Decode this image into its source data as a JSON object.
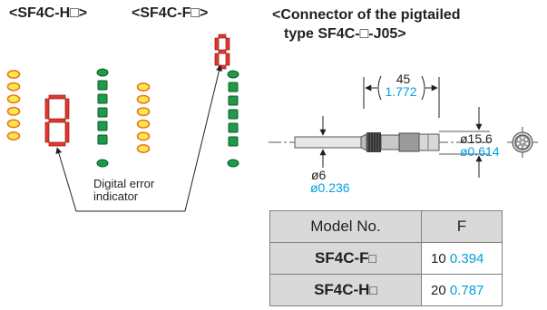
{
  "headings": {
    "left": "<SF4C-H□>",
    "mid": "<SF4C-F□>",
    "right_line1": "<Connector of the pigtailed",
    "right_line2": "type SF4C-□-J05>"
  },
  "indicator_label": {
    "line1": "Digital error",
    "line2": "indicator"
  },
  "connector_dims": {
    "length_mm": "45",
    "length_in": "1.772",
    "connector_dia_mm": "ø15.6",
    "connector_dia_in": "ø0.614",
    "cable_dia_mm": "ø6",
    "cable_dia_in": "ø0.236"
  },
  "model_table": {
    "headers": [
      "Model No.",
      "F"
    ],
    "rows": [
      {
        "model": "SF4C-F",
        "suffix": "□",
        "f_mm": "10",
        "f_in": "0.394"
      },
      {
        "model": "SF4C-H",
        "suffix": "□",
        "f_mm": "20",
        "f_in": "0.787"
      }
    ]
  },
  "colors": {
    "seg_red": "#e8352c",
    "led_orange_edge": "#e8761e",
    "led_yellow": "#ffe84d",
    "led_green": "#1f9a47",
    "imperial_blue": "#00a0e0"
  }
}
